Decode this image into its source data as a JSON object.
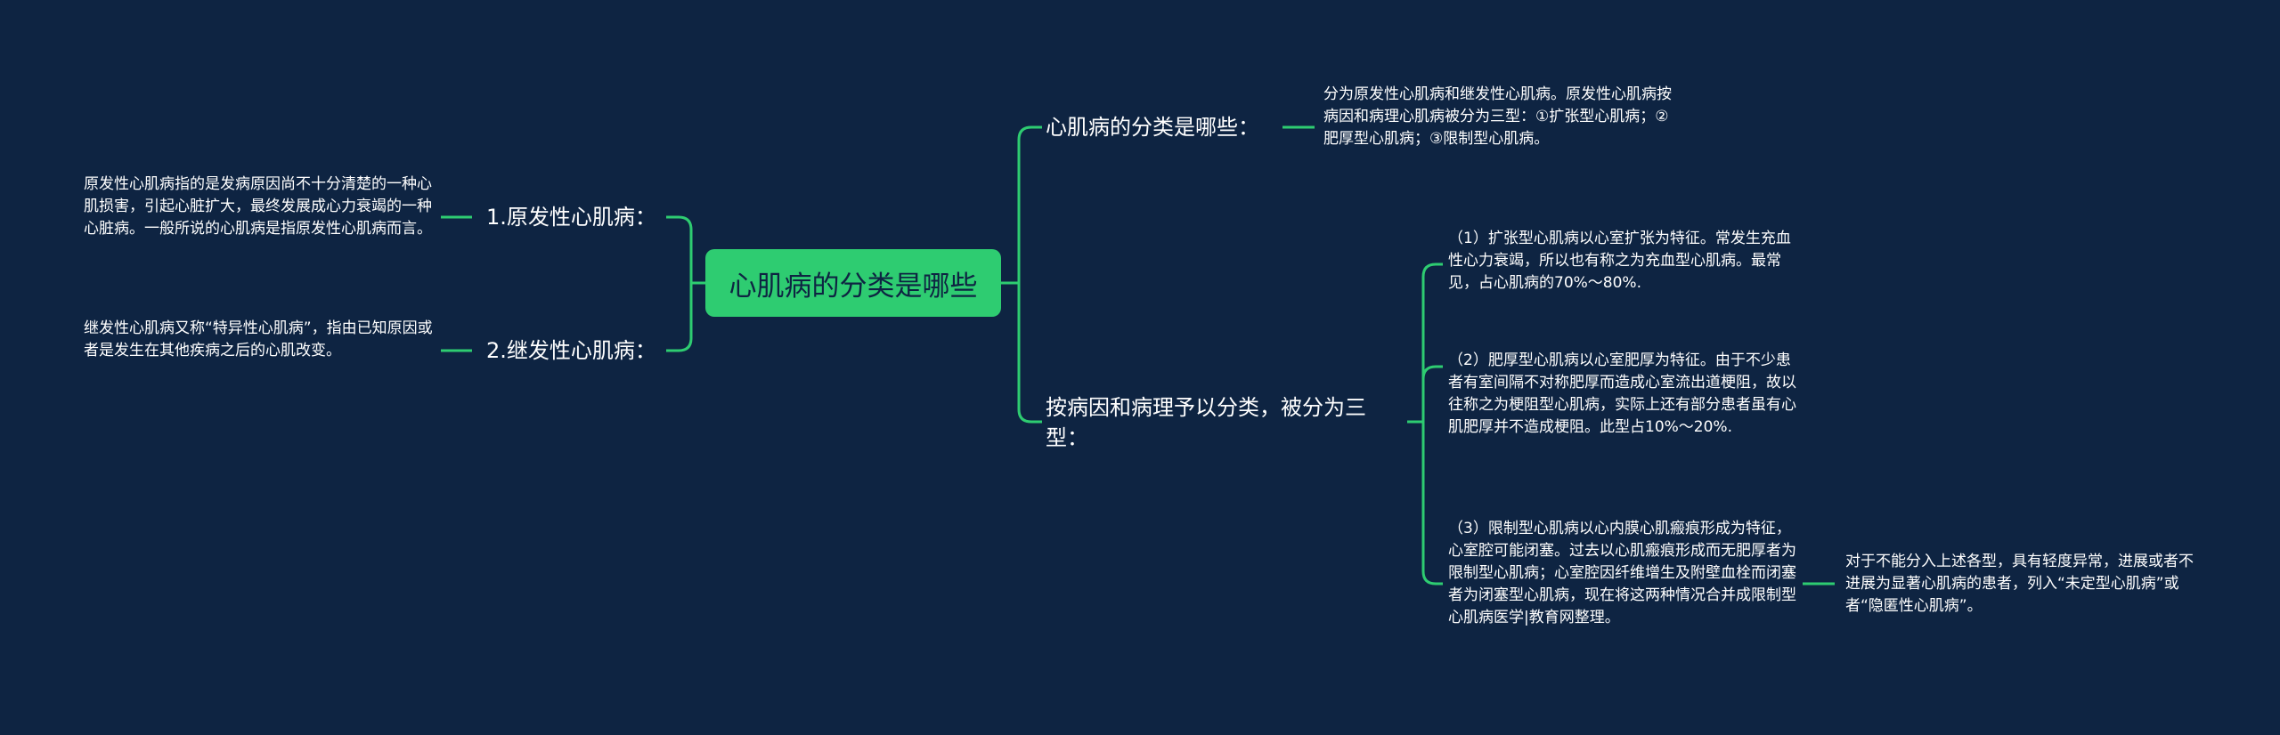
{
  "mindmap": {
    "root": "心肌病的分类是哪些",
    "left": [
      {
        "label": "1.原发性心肌病：",
        "detail": "原发性心肌病指的是发病原因尚不十分清楚的一种心肌损害，引起心脏扩大，最终发展成心力衰竭的一种心脏病。一般所说的心肌病是指原发性心肌病而言。"
      },
      {
        "label": "2.继发性心肌病：",
        "detail": "继发性心肌病又称“特异性心肌病”，指由已知原因或者是发生在其他疾病之后的心肌改变。"
      }
    ],
    "right": [
      {
        "label": "心肌病的分类是哪些：",
        "detail": "分为原发性心肌病和继发性心肌病。原发性心肌病按病因和病理心肌病被分为三型：①扩张型心肌病；②肥厚型心肌病；③限制型心肌病。"
      },
      {
        "label": "按病因和病理予以分类，被分为三型：",
        "children": [
          {
            "text": "（1）扩张型心肌病以心室扩张为特征。常发生充血性心力衰竭，所以也有称之为充血型心肌病。最常见，占心肌病的70%～80%."
          },
          {
            "text": "（2）肥厚型心肌病以心室肥厚为特征。由于不少患者有室间隔不对称肥厚而造成心室流出道梗阻，故以往称之为梗阻型心肌病，实际上还有部分患者虽有心肌肥厚并不造成梗阻。此型占10%～20%."
          },
          {
            "text": "（3）限制型心肌病以心内膜心肌瘢痕形成为特征，心室腔可能闭塞。过去以心肌瘢痕形成而无肥厚者为限制型心肌病；心室腔因纤维增生及附壁血栓而闭塞者为闭塞型心肌病，现在将这两种情况合并成限制型心肌病医学|教育网整理。",
            "detail": "对于不能分入上述各型，具有轻度异常，进展或者不进展为显著心肌病的患者，列入“未定型心肌病”或者“隐匿性心肌病”。"
          }
        ]
      }
    ]
  }
}
